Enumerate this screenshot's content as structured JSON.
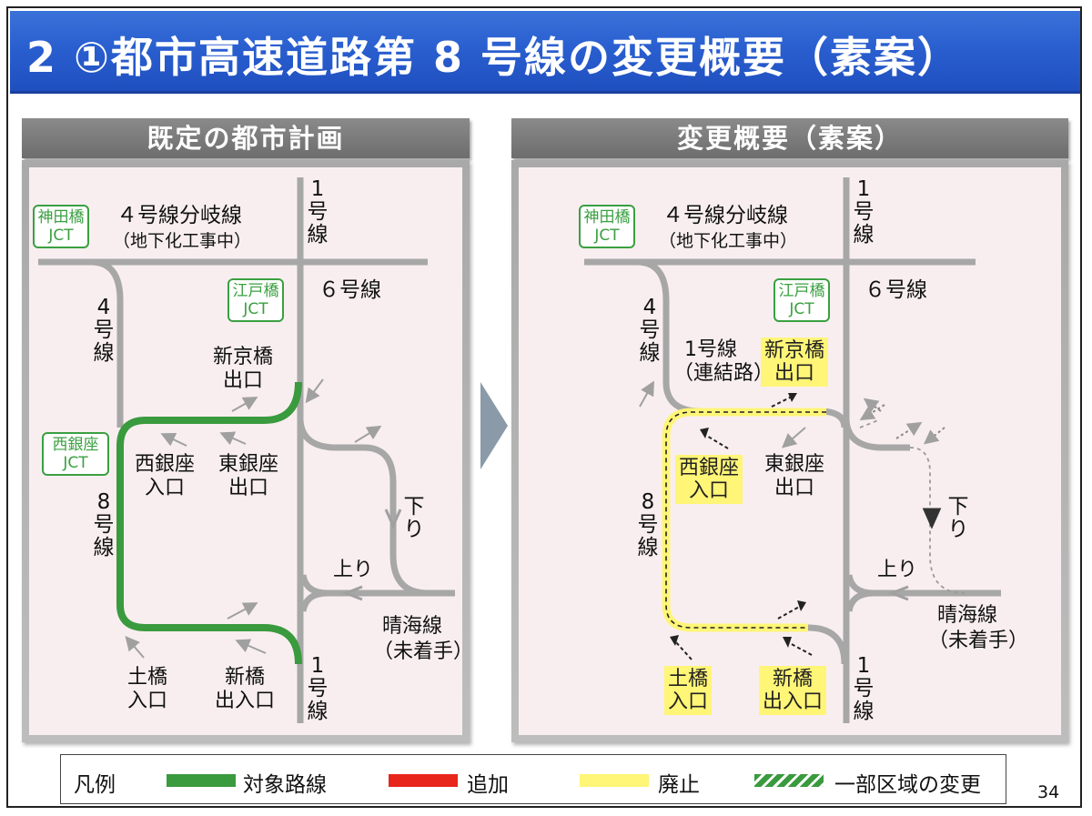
{
  "title": "2 ①都市高速道路第 8 号線の変更概要（素案）",
  "page_number": "34",
  "colors": {
    "title_blue": "#2a5fd0",
    "target_green": "#3a9a3e",
    "added_red": "#e8261c",
    "abolished_yellow": "#fff577",
    "road_gray": "#a7a7a7",
    "jct_green": "#3aa040"
  },
  "left_panel": {
    "heading": "既定の都市計画",
    "labels": {
      "kanda_jct": "神田橋\nJCT",
      "branch4": "４号線分岐線",
      "branch4_sub": "（地下化工事中）",
      "line1_top": "1\n号\n線",
      "line6": "６号線",
      "edobashi_jct": "江戸橋\nJCT",
      "line4": "4\n号\n線",
      "shinkyobashi_exit": "新京橋\n出口",
      "nishiginza_jct": "西銀座\nJCT",
      "nishiginza_ent": "西銀座\n入口",
      "higashiginza_exit": "東銀座\n出口",
      "line8": "8\n号\n線",
      "down": "下\nり",
      "up": "上り",
      "harumi": "晴海線",
      "harumi_sub": "（未着手）",
      "tsuchibashi_ent": "土橋\n入口",
      "shinbashi_in_out": "新橋\n出入口",
      "line1_bottom": "1\n号\n線"
    }
  },
  "right_panel": {
    "heading": "変更概要（素案）",
    "labels": {
      "kanda_jct": "神田橋\nJCT",
      "branch4": "４号線分岐線",
      "branch4_sub": "（地下化工事中）",
      "line1_top": "1\n号\n線",
      "line6": "６号線",
      "edobashi_jct": "江戸橋\nJCT",
      "line4": "4\n号\n線",
      "line1_link": "1号線",
      "line1_link_sub": "（連結路）",
      "shinkyobashi_exit": "新京橋\n出口",
      "nishiginza_ent": "西銀座\n入口",
      "higashiginza_exit": "東銀座\n出口",
      "line8": "8\n号\n線",
      "down": "下\nり",
      "up": "上り",
      "harumi": "晴海線",
      "harumi_sub": "（未着手）",
      "tsuchibashi_ent": "土橋\n入口",
      "shinbashi_in_out": "新橋\n出入口",
      "line1_bottom": "1\n号\n線"
    }
  },
  "legend": {
    "title": "凡例",
    "items": [
      {
        "label": "対象路線",
        "color": "#3a9a3e",
        "style": "solid"
      },
      {
        "label": "追加",
        "color": "#e8261c",
        "style": "solid"
      },
      {
        "label": "廃止",
        "color": "#fff577",
        "style": "solid"
      },
      {
        "label": "一部区域の変更",
        "color": "#3a9a3e",
        "style": "hatched"
      }
    ]
  }
}
